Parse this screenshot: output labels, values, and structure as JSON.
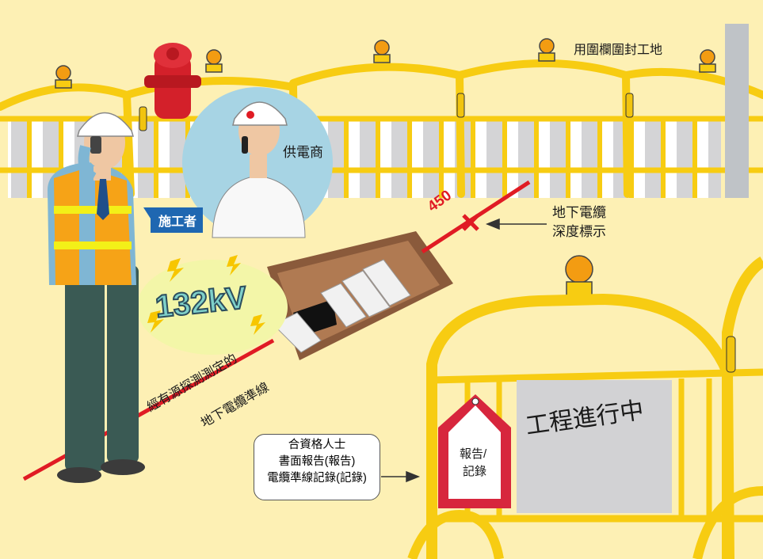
{
  "labels": {
    "worker_badge": "施工者",
    "utility": "供電商",
    "hoarding": "用圍欄圍封工地",
    "cable_depth_line1": "地下電纜",
    "cable_depth_line2": "深度標示",
    "depth_value": "450",
    "voltage": "132kV",
    "detected_line1": "經有源探測測定的",
    "detected_line2": "地下電纜準線",
    "tag_line1": "報告/",
    "tag_line2": "記錄",
    "work_sign": "工程進行中",
    "note_lines": [
      "合資格人士",
      "書面報告(報告)",
      "電纜準線記錄(記錄)"
    ]
  },
  "colors": {
    "background": "#fdf0b4",
    "barrier_yellow": "#f7cc12",
    "cable_line_red": "#e01b24",
    "badge_blue": "#1f67b1",
    "tag_red": "#d7263d"
  }
}
